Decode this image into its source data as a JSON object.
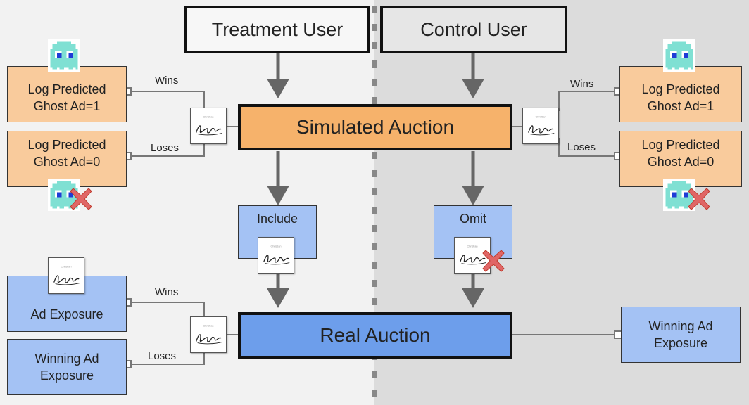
{
  "users": {
    "treatment": "Treatment User",
    "control": "Control User"
  },
  "auctions": {
    "simulated": "Simulated Auction",
    "real": "Real Auction"
  },
  "left_outcomes": {
    "log_win": "Log Predicted\nGhost Ad=1",
    "log_lose": "Log Predicted\nGhost Ad=0",
    "exposure": "Ad Exposure",
    "winning": "Winning Ad\nExposure"
  },
  "right_outcomes": {
    "log_win": "Log Predicted\nGhost Ad=1",
    "log_lose": "Log Predicted\nGhost Ad=0",
    "winning": "Winning Ad\nExposure"
  },
  "decisions": {
    "include": "Include",
    "omit": "Omit"
  },
  "edge_labels": {
    "wins": "Wins",
    "loses": "Loses"
  },
  "colors": {
    "orange": "#f9cb9c",
    "auction_orange": "#f6b26b",
    "blue": "#a4c2f4",
    "auction_blue": "#6d9eeb",
    "red_x": "#e06666",
    "ghost": "#7fe0d3"
  },
  "icons": [
    "ghost-icon",
    "ad-logo-icon",
    "red-x-icon",
    "arrow-icon"
  ]
}
